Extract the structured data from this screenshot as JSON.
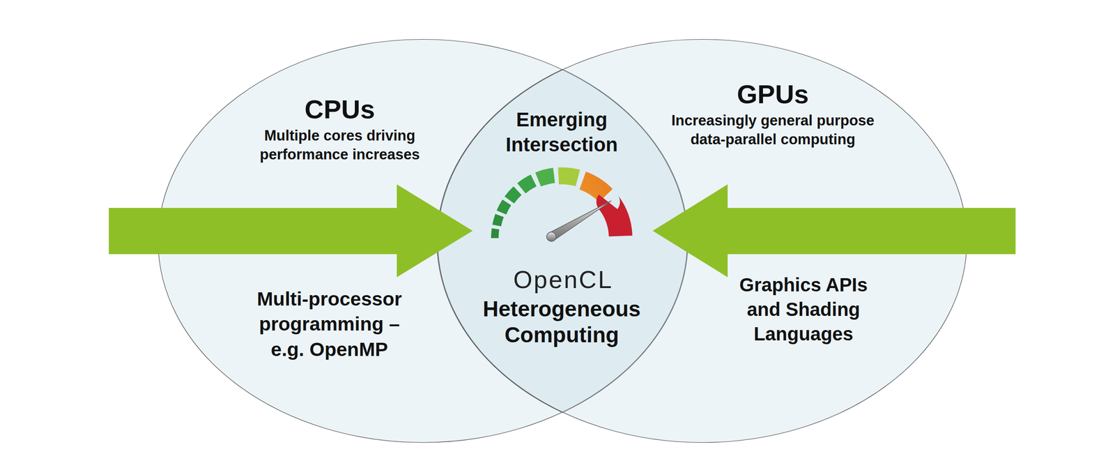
{
  "diagram": {
    "nodes": [
      {
        "text": [
          "CPUs",
          "Multiple cores driving performance increases",
          "Multi-processor programming – e.g. OpenMP"
        ]
      },
      {
        "text": [
          "Emerging Intersection",
          "OpenCL",
          "Heterogeneous Computing"
        ]
      },
      {
        "text": [
          "GPUs",
          "Increasingly general purpose data-parallel computing",
          "Graphics APIs and Shading Languages"
        ]
      }
    ]
  }
}
